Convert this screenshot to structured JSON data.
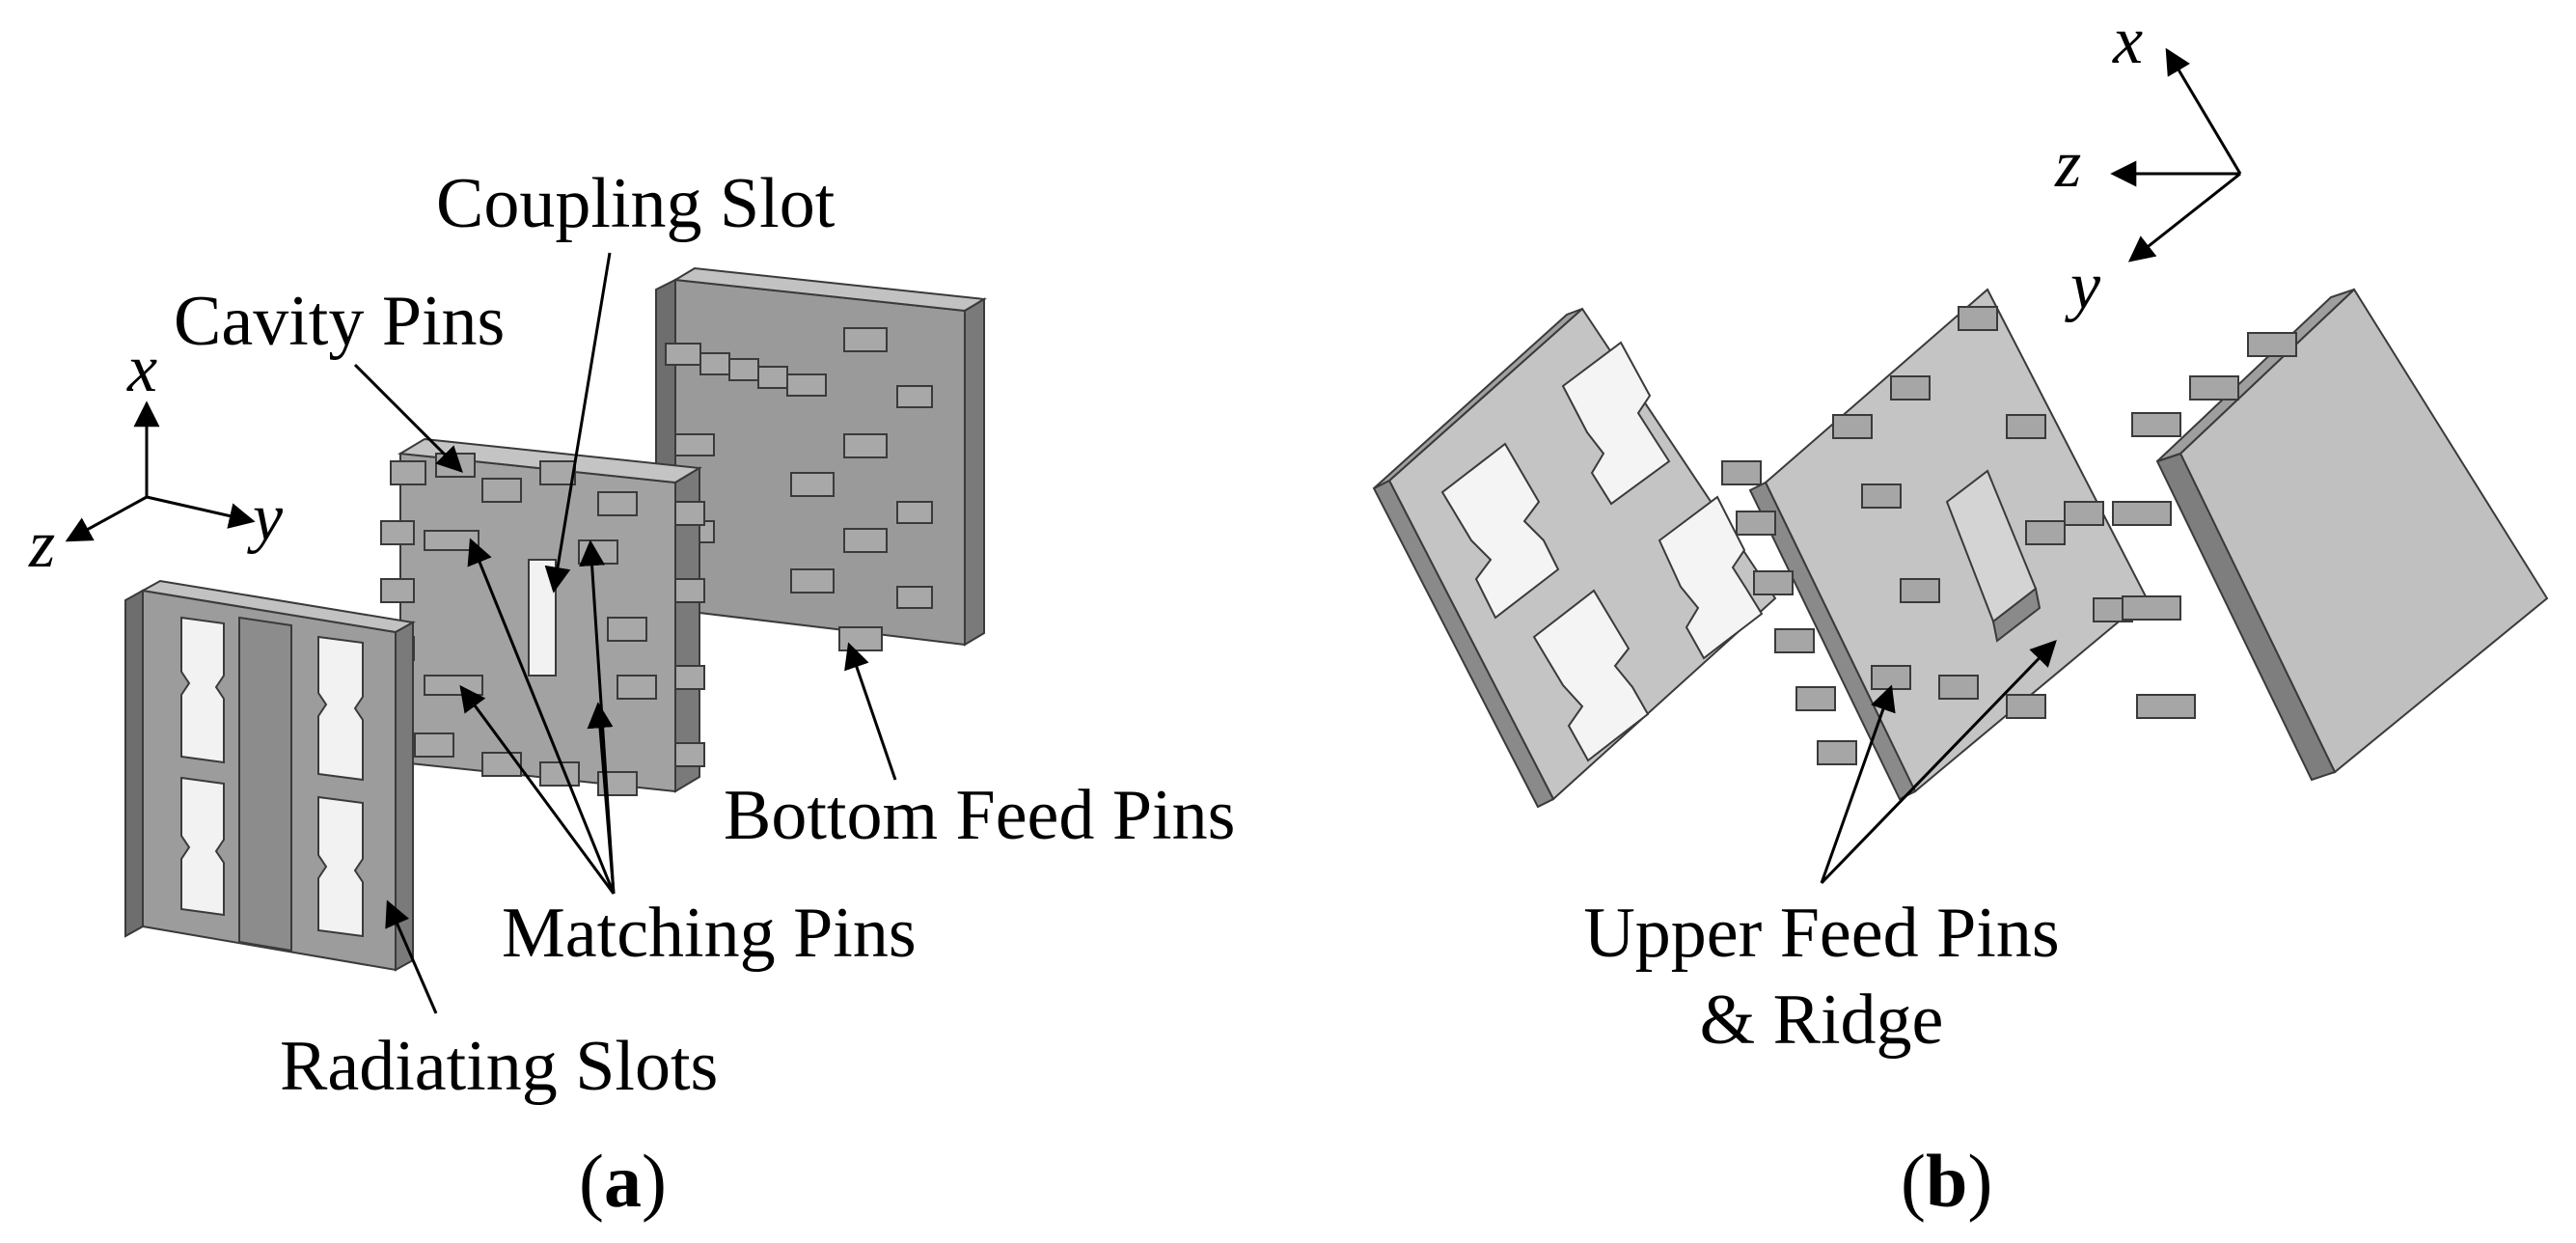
{
  "panel_a": {
    "labels": {
      "coupling_slot": "Coupling Slot",
      "cavity_pins": "Cavity Pins",
      "bottom_feed_pins": "Bottom Feed Pins",
      "matching_pins": "Matching Pins",
      "radiating_slots": "Radiating Slots"
    },
    "axes": {
      "x": "x",
      "y": "y",
      "z": "z"
    },
    "caption": {
      "open": "(",
      "letter": "a",
      "close": ")"
    }
  },
  "panel_b": {
    "labels": {
      "upper_feed_line1": "Upper Feed Pins",
      "upper_feed_line2": "& Ridge"
    },
    "axes": {
      "x": "x",
      "y": "y",
      "z": "z"
    },
    "caption": {
      "open": "(",
      "letter": "b",
      "close": ")"
    }
  },
  "colors": {
    "face_front": "#a8a8a8",
    "face_top": "#c6c6c6",
    "face_side": "#7c7c7c",
    "edge": "#3a3a3a",
    "light_face": "#c4c4c4",
    "light_side": "#8a8a8a"
  }
}
